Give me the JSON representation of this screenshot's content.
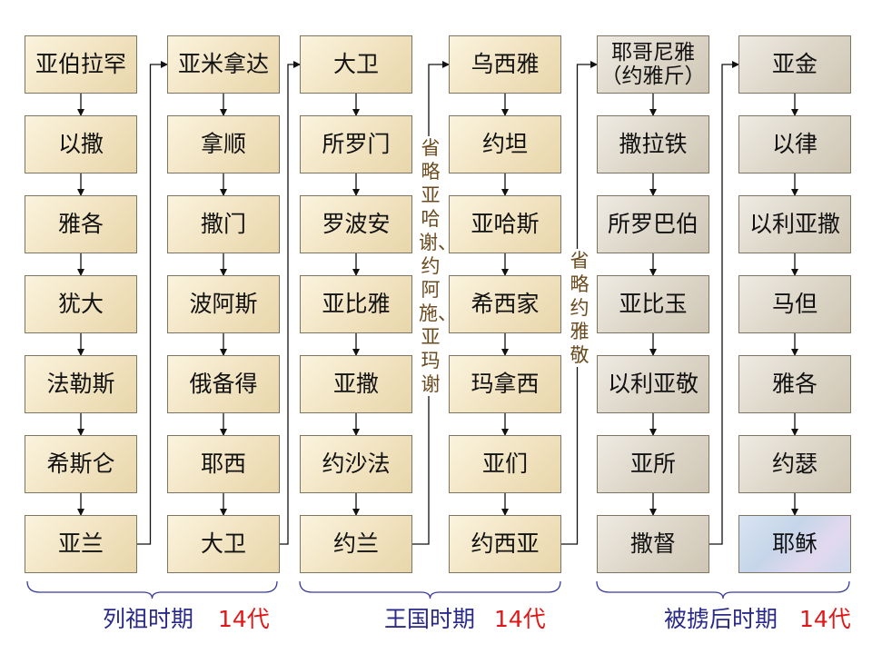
{
  "columns": [
    {
      "style": "tan",
      "names": [
        "亚伯拉罕",
        "以撒",
        "雅各",
        "犹大",
        "法勒斯",
        "希斯仑",
        "亚兰"
      ]
    },
    {
      "style": "tan",
      "names": [
        "亚米拿达",
        "拿顺",
        "撒门",
        "波阿斯",
        "俄备得",
        "耶西",
        "大卫"
      ]
    },
    {
      "style": "tan",
      "names": [
        "大卫",
        "所罗门",
        "罗波安",
        "亚比雅",
        "亚撒",
        "约沙法",
        "约兰"
      ]
    },
    {
      "style": "tan",
      "names": [
        "乌西雅",
        "约坦",
        "亚哈斯",
        "希西家",
        "玛拿西",
        "亚们",
        "约西亚"
      ]
    },
    {
      "style": "gray",
      "names": [
        "耶哥尼雅\n（约雅斤）",
        "撒拉铁",
        "所罗巴伯",
        "亚比玉",
        "以利亚敬",
        "亚所",
        "撒督"
      ]
    },
    {
      "style": "gray",
      "names": [
        "亚金",
        "以律",
        "以利亚撒",
        "马但",
        "雅各",
        "约瑟",
        "耶稣"
      ]
    }
  ],
  "notes": {
    "omitted_kings": "省略亚哈谢、约阿施、亚玛谢",
    "omitted_jehoiakim": "省略约雅敬"
  },
  "periods": [
    {
      "label": "列祖时期",
      "generations": "14代"
    },
    {
      "label": "王国时期",
      "generations": "14代"
    },
    {
      "label": "被掳后时期",
      "generations": "14代"
    }
  ],
  "colors": {
    "tan_box": "#f1e3c0",
    "gray_box": "#dcd5c7",
    "jesus_box": "#c6d5ea",
    "period_text": "#2a2a8a",
    "generation_text": "#e01818",
    "note_text": "#6b4a1e",
    "brace": "#3a3aa0"
  }
}
